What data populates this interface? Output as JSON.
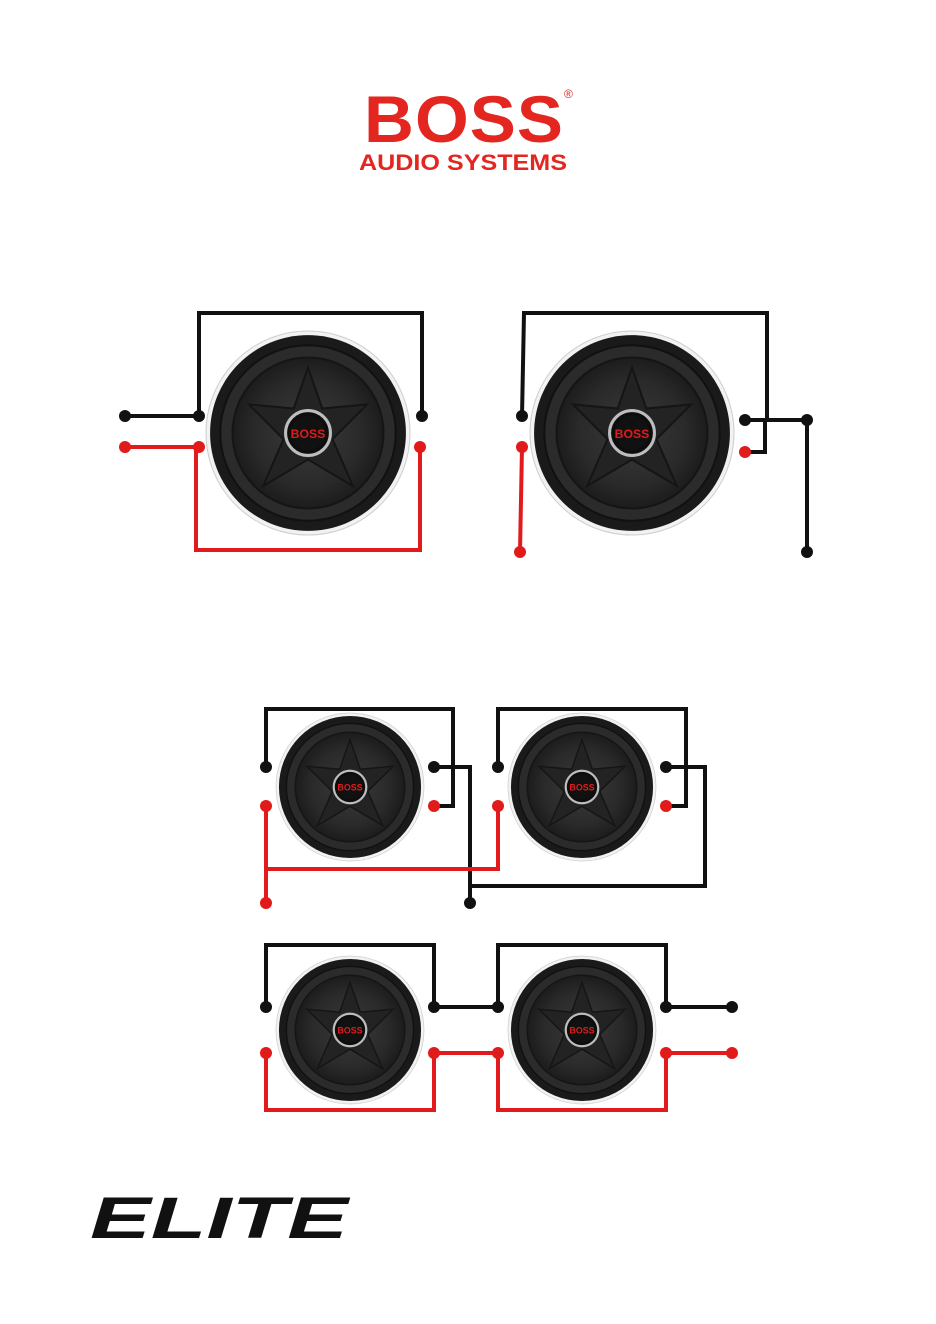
{
  "brand": {
    "logo_text": "BOSS",
    "logo_subtext": "AUDIO SYSTEMS",
    "registered_mark": "®",
    "primary_color": "#e3261f"
  },
  "speaker_badge": "BOSS",
  "footer": {
    "series_logo": "ELITE"
  },
  "wire_colors": {
    "negative": "#111111",
    "positive": "#e11b1b"
  },
  "icons": [
    "subwoofer-icon",
    "terminal-icon"
  ]
}
